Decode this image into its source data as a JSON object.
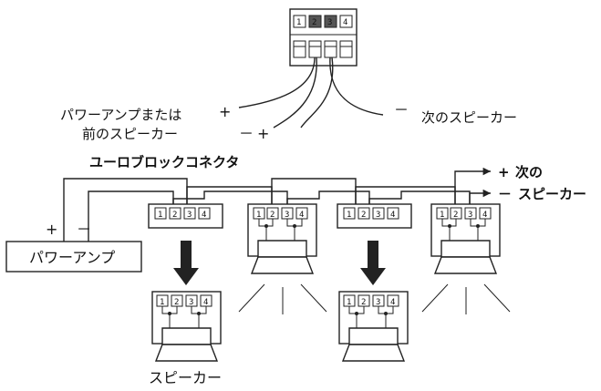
{
  "labels": {
    "amp_or_prev": "パワーアンプまたは",
    "prev_speaker": "前のスピーカー",
    "next_speaker_top": "次のスピーカー",
    "euro_block": "ユーロブロックコネクタ",
    "next_a": "次の",
    "next_b": "スピーカー",
    "power_amp": "パワーアンプ",
    "speaker": "スピーカー",
    "plus": "+",
    "minus": "－"
  },
  "pins": [
    "1",
    "2",
    "3",
    "4"
  ]
}
